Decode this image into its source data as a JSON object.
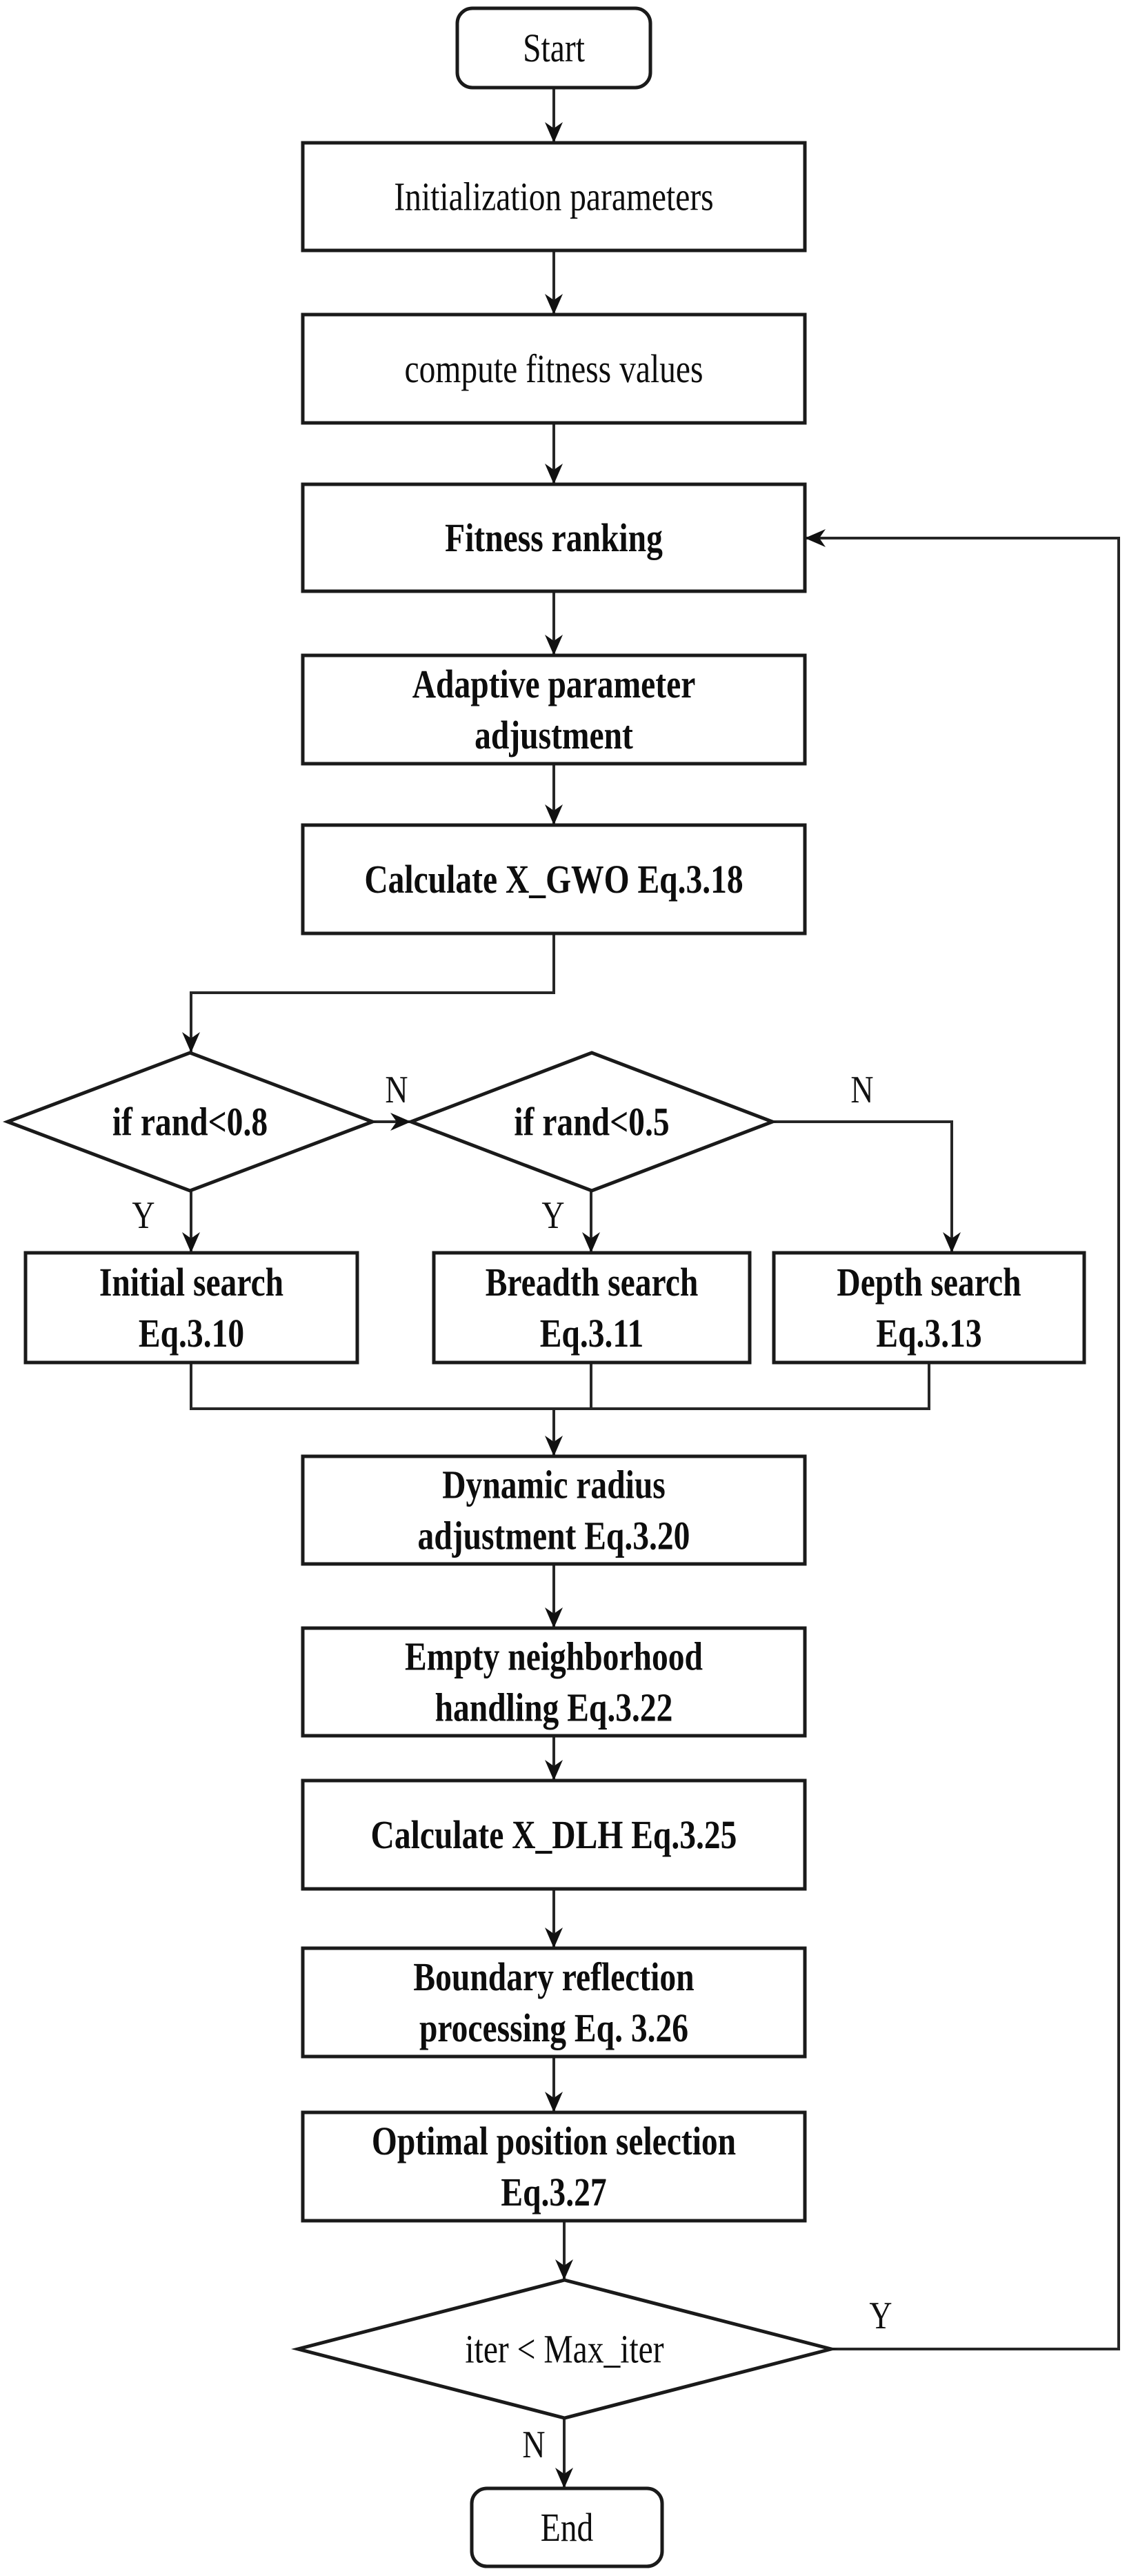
{
  "diagram": {
    "type": "flowchart",
    "nodes": [
      {
        "id": "start",
        "kind": "terminal",
        "lines": [
          "Start"
        ],
        "bold": false
      },
      {
        "id": "init",
        "kind": "process",
        "lines": [
          "Initialization parameters"
        ],
        "bold": false
      },
      {
        "id": "fitness",
        "kind": "process",
        "lines": [
          "compute fitness values"
        ],
        "bold": false
      },
      {
        "id": "ranking",
        "kind": "process",
        "lines": [
          "Fitness ranking"
        ],
        "bold": true
      },
      {
        "id": "adaptive",
        "kind": "process",
        "lines": [
          "Adaptive parameter",
          "adjustment"
        ],
        "bold": true
      },
      {
        "id": "gwo",
        "kind": "process",
        "lines": [
          "Calculate X_GWO Eq.3.18"
        ],
        "bold": true
      },
      {
        "id": "dec1",
        "kind": "decision",
        "lines": [
          "if rand<0.8"
        ],
        "bold": true
      },
      {
        "id": "dec2",
        "kind": "decision",
        "lines": [
          "if rand<0.5"
        ],
        "bold": true
      },
      {
        "id": "initial",
        "kind": "process",
        "lines": [
          "Initial search",
          "Eq.3.10"
        ],
        "bold": true
      },
      {
        "id": "breadth",
        "kind": "process",
        "lines": [
          "Breadth search",
          "Eq.3.11"
        ],
        "bold": true
      },
      {
        "id": "depth",
        "kind": "process",
        "lines": [
          "Depth search",
          "Eq.3.13"
        ],
        "bold": true
      },
      {
        "id": "radius",
        "kind": "process",
        "lines": [
          "Dynamic radius",
          "adjustment Eq.3.20"
        ],
        "bold": true
      },
      {
        "id": "empty",
        "kind": "process",
        "lines": [
          "Empty neighborhood",
          "handling Eq.3.22"
        ],
        "bold": true
      },
      {
        "id": "dlh",
        "kind": "process",
        "lines": [
          "Calculate X_DLH Eq.3.25"
        ],
        "bold": true
      },
      {
        "id": "boundary",
        "kind": "process",
        "lines": [
          "Boundary reflection",
          "processing Eq. 3.26"
        ],
        "bold": true
      },
      {
        "id": "optimal",
        "kind": "process",
        "lines": [
          "Optimal position selection",
          "Eq.3.27"
        ],
        "bold": true
      },
      {
        "id": "loop",
        "kind": "decision",
        "lines": [
          "iter < Max_iter"
        ],
        "bold": false
      },
      {
        "id": "end",
        "kind": "terminal",
        "lines": [
          "End"
        ],
        "bold": false
      }
    ],
    "edges": [
      {
        "from": "start",
        "to": "init",
        "label": ""
      },
      {
        "from": "init",
        "to": "fitness",
        "label": ""
      },
      {
        "from": "fitness",
        "to": "ranking",
        "label": ""
      },
      {
        "from": "ranking",
        "to": "adaptive",
        "label": ""
      },
      {
        "from": "adaptive",
        "to": "gwo",
        "label": ""
      },
      {
        "from": "gwo",
        "to": "dec1",
        "label": ""
      },
      {
        "from": "dec1",
        "to": "initial",
        "label": "Y"
      },
      {
        "from": "dec1",
        "to": "dec2",
        "label": "N"
      },
      {
        "from": "dec2",
        "to": "breadth",
        "label": "Y"
      },
      {
        "from": "dec2",
        "to": "depth",
        "label": "N"
      },
      {
        "from": "initial",
        "to": "radius",
        "label": ""
      },
      {
        "from": "breadth",
        "to": "radius",
        "label": ""
      },
      {
        "from": "depth",
        "to": "radius",
        "label": ""
      },
      {
        "from": "radius",
        "to": "empty",
        "label": ""
      },
      {
        "from": "empty",
        "to": "dlh",
        "label": ""
      },
      {
        "from": "dlh",
        "to": "boundary",
        "label": ""
      },
      {
        "from": "boundary",
        "to": "optimal",
        "label": ""
      },
      {
        "from": "optimal",
        "to": "loop",
        "label": ""
      },
      {
        "from": "loop",
        "to": "ranking",
        "label": "Y"
      },
      {
        "from": "loop",
        "to": "end",
        "label": "N"
      }
    ],
    "colors": {
      "stroke": "#1a1a1a",
      "fill": "#ffffff",
      "text": "#0d0d0d"
    }
  }
}
